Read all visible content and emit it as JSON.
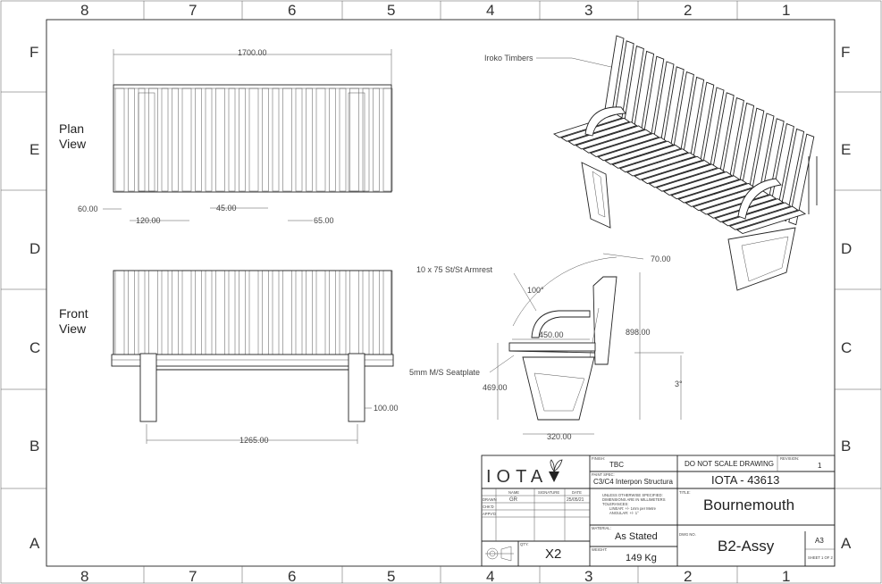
{
  "zones": {
    "columns": [
      "8",
      "7",
      "6",
      "5",
      "4",
      "3",
      "2",
      "1"
    ],
    "rows": [
      "F",
      "E",
      "D",
      "C",
      "B",
      "A"
    ]
  },
  "views": {
    "plan_label": [
      "Plan",
      "View"
    ],
    "front_label": [
      "Front",
      "View"
    ]
  },
  "dimensions": {
    "plan_overall": "1700.00",
    "plan_slat_a": "60.00",
    "plan_slat_b": "120.00",
    "plan_gap": "45.00",
    "plan_slat_c": "65.00",
    "front_height": "100.00",
    "front_legs": "1265.00",
    "side_back_width": "70.00",
    "side_angle": "100°",
    "side_seat_depth": "450.00",
    "side_overall_height": "898.00",
    "side_seat_height": "469.00",
    "side_tilt": "3°",
    "side_base": "320.00"
  },
  "callouts": {
    "timbers": "Iroko Timbers",
    "armrest": "10 x 75 St/St Armrest",
    "seatplate": "5mm M/S Seatplate"
  },
  "title_block": {
    "logo": "IOTA",
    "finish_label": "FINISH:",
    "finish": "TBC",
    "paint_label": "PAINT SPEC:",
    "paint": "C3/C4 Interpon Structura",
    "do_not_scale": "DO NOT SCALE DRAWING",
    "revision_label": "REVISION:",
    "revision": "1",
    "drawing_id": "IOTA - 43613",
    "col_name": "NAME",
    "col_signature": "SIGNATURE",
    "col_date": "DATE",
    "drawn_label": "DRAWN",
    "drawn_name": "GR",
    "drawn_date": "25/05/21",
    "chkd_label": "CHK'D",
    "appvd_label": "APPV'D",
    "notes": [
      "UNLESS OTHERWISE SPECIFIED:",
      "DIMENSIONS ARE IN MILLIMETERS",
      "TOLERANCES:",
      "LINEAR: +/- 1mm per Metre",
      "ANGULAR: +/- 1°"
    ],
    "title_label": "TITLE:",
    "title": "Bournemouth",
    "material_label": "MATERIAL:",
    "material": "As Stated",
    "dwg_no_label": "DWG NO.",
    "dwg_no": "B2-Assy",
    "size": "A3",
    "qty_label": "QTY:",
    "qty": "X2",
    "weight_label": "WEIGHT:",
    "weight": "149 Kg",
    "sheet": "SHEET 1 OF 2"
  }
}
